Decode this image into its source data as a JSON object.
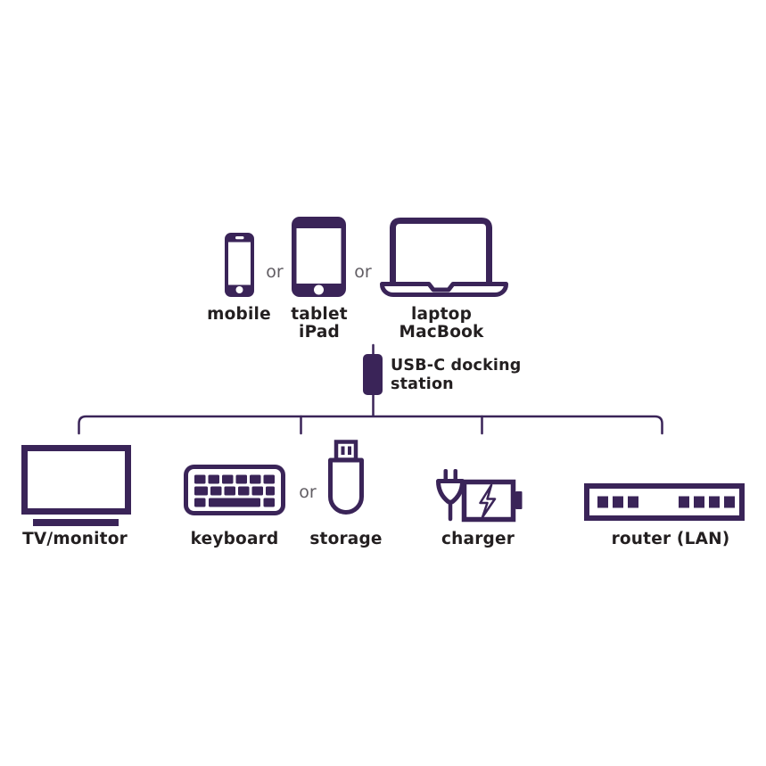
{
  "diagram": {
    "colors": {
      "purple": "#3a2458",
      "label_text": "#231f20",
      "or_text": "#615d63"
    },
    "or_label": "or",
    "sources": [
      {
        "id": "mobile",
        "label": "mobile",
        "label2": ""
      },
      {
        "id": "tablet",
        "label": "tablet",
        "label2": "iPad"
      },
      {
        "id": "laptop",
        "label": "laptop",
        "label2": "MacBook"
      }
    ],
    "hub": {
      "label": "USB-C docking",
      "label2": "station"
    },
    "peripherals": [
      {
        "id": "tv",
        "label": "TV/monitor"
      },
      {
        "id": "keyboard",
        "label": "keyboard"
      },
      {
        "id": "storage",
        "label": "storage"
      },
      {
        "id": "charger",
        "label": "charger"
      },
      {
        "id": "router",
        "label": "router (LAN)"
      }
    ]
  }
}
